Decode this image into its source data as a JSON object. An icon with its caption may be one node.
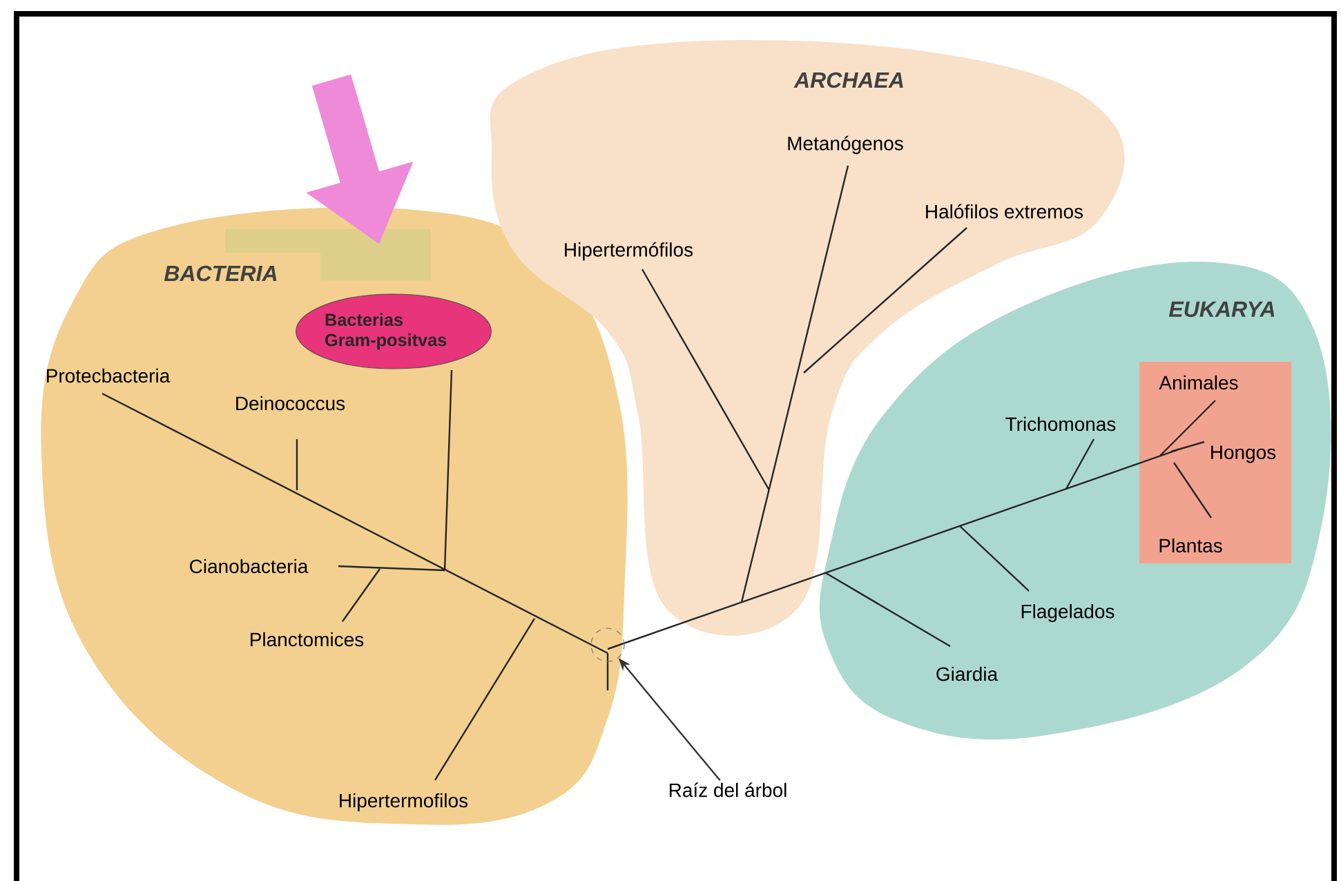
{
  "diagram": {
    "nodes": [
      {
        "text": [
          "BACTERIA"
        ]
      },
      {
        "text": [
          "Bacterias Gram-positvas"
        ],
        "in": 0
      },
      {
        "text": [
          "Protecbacteria"
        ],
        "in": 0
      },
      {
        "text": [
          "Deinococcus"
        ],
        "in": 0
      },
      {
        "text": [
          "Cianobacteria"
        ],
        "in": 0
      },
      {
        "text": [
          "Planctomices"
        ],
        "in": 0
      },
      {
        "text": [
          "Hipertermofilos"
        ],
        "in": 0
      },
      {
        "text": [
          "ARCHAEA"
        ]
      },
      {
        "text": [
          "Hipertermófilos"
        ],
        "in": 7
      },
      {
        "text": [
          "Metanógenos"
        ],
        "in": 7
      },
      {
        "text": [
          "Halófilos extremos"
        ],
        "in": 7
      },
      {
        "text": [
          "EUKARYA"
        ]
      },
      {
        "text": [
          "Trichomonas"
        ],
        "in": 11
      },
      {
        "text": [],
        "shape": "box",
        "in": 11
      },
      {
        "text": [
          "Animales"
        ],
        "in": 13
      },
      {
        "text": [
          "Hongos"
        ],
        "in": 13
      },
      {
        "text": [
          "Plantas"
        ],
        "in": 13
      },
      {
        "text": [
          "Flagelados"
        ],
        "in": 11
      },
      {
        "text": [
          "Giardia"
        ],
        "in": 11
      },
      {
        "text": [],
        "shape": "circle",
        "in": 0
      },
      {
        "text": [
          "Raíz del árbol"
        ]
      }
    ],
    "edges": [
      {
        "from": null,
        "to": 1,
        "arrow": "to",
        "style": "thick",
        "color": "#ee8ad8"
      },
      {
        "from": 20,
        "to": 19,
        "arrow": "to",
        "color": "#333333"
      }
    ]
  }
}
